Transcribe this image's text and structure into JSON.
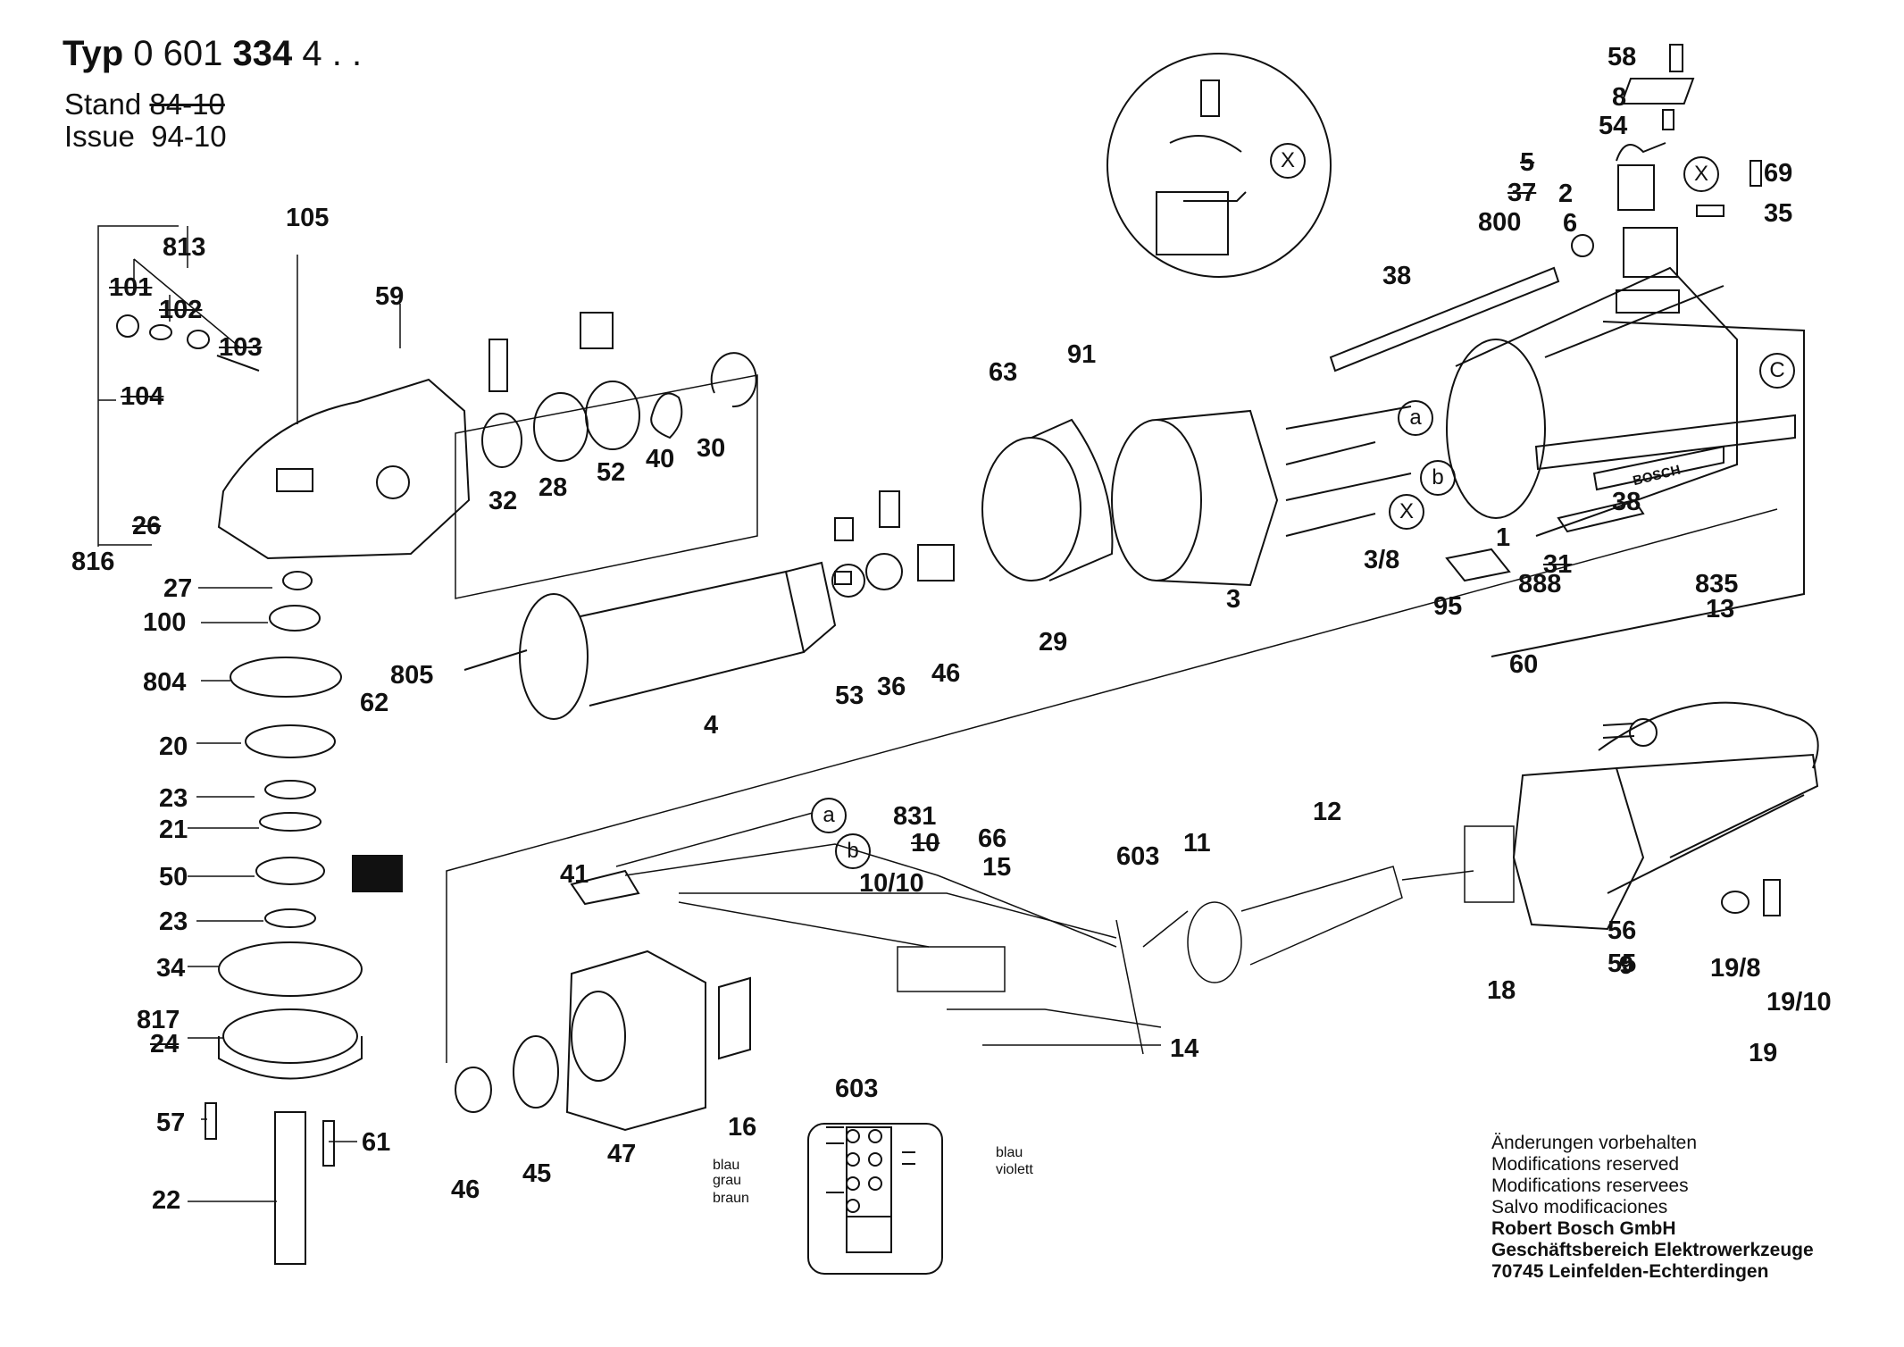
{
  "header": {
    "typ_label": "Typ",
    "typ_number_prefix": "0 601",
    "typ_number_bold": "334",
    "typ_number_suffix": "4 . .",
    "stand_label": "Stand",
    "stand_value": "84-10",
    "issue_label": "Issue",
    "issue_value": "94-10"
  },
  "part_labels": [
    {
      "id": "58",
      "struck": false
    },
    {
      "id": "8",
      "struck": false
    },
    {
      "id": "54",
      "struck": false
    },
    {
      "id": "5",
      "struck": true
    },
    {
      "id": "37",
      "struck": true
    },
    {
      "id": "800",
      "struck": false
    },
    {
      "id": "2",
      "struck": false
    },
    {
      "id": "6",
      "struck": false
    },
    {
      "id": "69",
      "struck": false
    },
    {
      "id": "35",
      "struck": false
    },
    {
      "id": "38",
      "struck": false
    },
    {
      "id": "38b",
      "text": "38",
      "struck": false
    },
    {
      "id": "1",
      "struck": false
    },
    {
      "id": "31",
      "struck": true
    },
    {
      "id": "888",
      "struck": false
    },
    {
      "id": "95",
      "struck": false
    },
    {
      "id": "3/8",
      "struck": false
    },
    {
      "id": "3",
      "struck": false
    },
    {
      "id": "63",
      "struck": false
    },
    {
      "id": "91",
      "struck": false
    },
    {
      "id": "29",
      "struck": false
    },
    {
      "id": "46",
      "struck": false
    },
    {
      "id": "36",
      "struck": false
    },
    {
      "id": "53",
      "struck": false
    },
    {
      "id": "4",
      "struck": false
    },
    {
      "id": "32",
      "struck": false
    },
    {
      "id": "28",
      "struck": false
    },
    {
      "id": "52",
      "struck": false
    },
    {
      "id": "40",
      "struck": false
    },
    {
      "id": "30",
      "struck": false
    },
    {
      "id": "105",
      "struck": false
    },
    {
      "id": "59",
      "struck": false
    },
    {
      "id": "813",
      "struck": false
    },
    {
      "id": "101",
      "struck": true
    },
    {
      "id": "102",
      "struck": true
    },
    {
      "id": "103",
      "struck": true
    },
    {
      "id": "104",
      "struck": true
    },
    {
      "id": "26",
      "struck": true
    },
    {
      "id": "816",
      "struck": false
    },
    {
      "id": "27",
      "struck": false
    },
    {
      "id": "100",
      "struck": false
    },
    {
      "id": "62",
      "struck": false
    },
    {
      "id": "805",
      "struck": false
    },
    {
      "id": "804",
      "struck": false
    },
    {
      "id": "20",
      "struck": false
    },
    {
      "id": "23",
      "struck": false
    },
    {
      "id": "21",
      "struck": false
    },
    {
      "id": "50",
      "struck": false
    },
    {
      "id": "23b",
      "text": "23",
      "struck": false
    },
    {
      "id": "34",
      "struck": false
    },
    {
      "id": "817",
      "struck": false
    },
    {
      "id": "24",
      "struck": true
    },
    {
      "id": "57",
      "struck": false
    },
    {
      "id": "61",
      "struck": false
    },
    {
      "id": "22",
      "struck": false
    },
    {
      "id": "835",
      "struck": false
    },
    {
      "id": "13",
      "struck": false
    },
    {
      "id": "60",
      "struck": false
    },
    {
      "id": "12",
      "struck": false
    },
    {
      "id": "11",
      "struck": false
    },
    {
      "id": "603",
      "struck": false
    },
    {
      "id": "603b",
      "text": "603",
      "struck": false
    },
    {
      "id": "66",
      "struck": false
    },
    {
      "id": "15",
      "struck": false
    },
    {
      "id": "831",
      "struck": false
    },
    {
      "id": "10",
      "struck": true
    },
    {
      "id": "10/10",
      "struck": false
    },
    {
      "id": "41",
      "struck": false
    },
    {
      "id": "14",
      "struck": false
    },
    {
      "id": "18",
      "struck": false
    },
    {
      "id": "9",
      "struck": false
    },
    {
      "id": "56",
      "struck": false
    },
    {
      "id": "55",
      "struck": false
    },
    {
      "id": "19/8",
      "struck": false
    },
    {
      "id": "19/10",
      "struck": false
    },
    {
      "id": "19",
      "struck": false
    },
    {
      "id": "16",
      "struck": false
    },
    {
      "id": "46b",
      "text": "46",
      "struck": false
    },
    {
      "id": "45",
      "struck": false
    },
    {
      "id": "47",
      "struck": false
    }
  ],
  "callouts": {
    "a": "a",
    "b": "b",
    "x": "X",
    "c": "C"
  },
  "wiring": {
    "left": [
      "blau",
      "grau",
      "braun"
    ],
    "right": [
      "blau",
      "violett"
    ]
  },
  "nameplate_brand": "BOSCH",
  "notes": {
    "de": "Änderungen vorbehalten",
    "en": "Modifications reserved",
    "fr": "Modifications reservees",
    "es": "Salvo modificaciones",
    "company": "Robert Bosch GmbH",
    "division": "Geschäftsbereich Elektrowerkzeuge",
    "address": "70745 Leinfelden-Echterdingen"
  }
}
